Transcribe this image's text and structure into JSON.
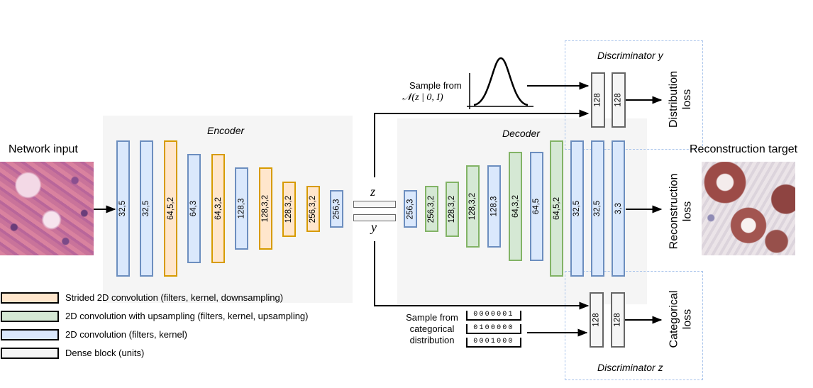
{
  "input": {
    "label": "Network input"
  },
  "target": {
    "label": "Reconstruction target"
  },
  "encoder": {
    "title": "Encoder",
    "layers": [
      {
        "label": "32,5",
        "type": "conv"
      },
      {
        "label": "32,5",
        "type": "conv"
      },
      {
        "label": "64,5,2",
        "type": "strided"
      },
      {
        "label": "64,3",
        "type": "conv"
      },
      {
        "label": "64,3,2",
        "type": "strided"
      },
      {
        "label": "128,3",
        "type": "conv"
      },
      {
        "label": "128,3,2",
        "type": "strided"
      },
      {
        "label": "128,3,2",
        "type": "strided"
      },
      {
        "label": "256,3,2",
        "type": "strided"
      },
      {
        "label": "256,3",
        "type": "conv"
      }
    ]
  },
  "latent": {
    "z_label": "z",
    "y_label": "y"
  },
  "decoder": {
    "title": "Decoder",
    "layers": [
      {
        "label": "256,3",
        "type": "conv"
      },
      {
        "label": "256,3,2",
        "type": "up"
      },
      {
        "label": "128,3,2",
        "type": "up"
      },
      {
        "label": "128,3,2",
        "type": "up"
      },
      {
        "label": "128,3",
        "type": "conv"
      },
      {
        "label": "64,3,2",
        "type": "up"
      },
      {
        "label": "64,5",
        "type": "conv"
      },
      {
        "label": "64,5,2",
        "type": "up"
      },
      {
        "label": "32,5",
        "type": "conv"
      },
      {
        "label": "32,5",
        "type": "conv"
      },
      {
        "label": "3,3",
        "type": "conv"
      }
    ]
  },
  "gaussian_sample": {
    "line1": "Sample from",
    "line2": "𝒩(z | 0, I)"
  },
  "categorical_sample": {
    "lines": [
      "Sample from",
      "categorical",
      "distribution"
    ],
    "onehots": [
      "0000001",
      "0100000",
      "0001000"
    ]
  },
  "discriminator_top": {
    "title": "Discriminator y",
    "dense": [
      "128",
      "128"
    ],
    "loss": [
      "Distribution",
      "loss"
    ]
  },
  "discriminator_bottom": {
    "title": "Discriminator z",
    "dense": [
      "128",
      "128"
    ],
    "loss": [
      "Categorical",
      "loss"
    ]
  },
  "reconstruction_loss": [
    "Reconstruction",
    "loss"
  ],
  "legend": [
    {
      "label": "Strided 2D convolution (filters, kernel, downsampling)",
      "type": "strided"
    },
    {
      "label": "2D convolution with upsampling (filters, kernel, upsampling)",
      "type": "up"
    },
    {
      "label": "2D convolution (filters, kernel)",
      "type": "conv"
    },
    {
      "label": "Dense block (units)",
      "type": "dense"
    }
  ],
  "colors": {
    "conv_fill": "#dae8fc",
    "conv_border": "#6c8ebf",
    "strided_fill": "#ffe6cc",
    "strided_border": "#d79b00",
    "up_fill": "#d5e8d4",
    "up_border": "#82b366",
    "dense_fill": "#f5f5f5",
    "dense_border": "#666666",
    "discriminator_dash": "#a9c4eb"
  }
}
